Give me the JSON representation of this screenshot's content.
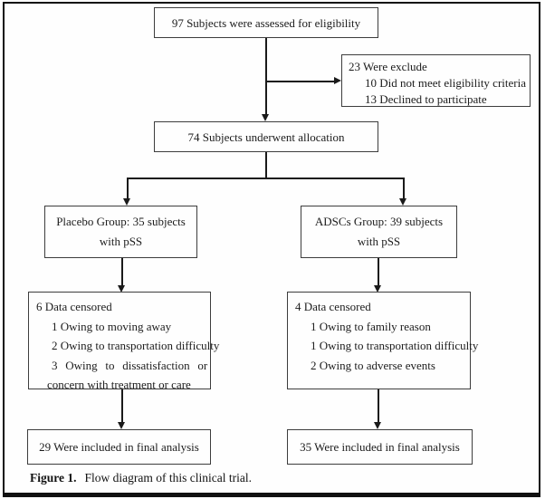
{
  "figure_caption": {
    "label": "Figure 1.",
    "text": "Flow diagram of this clinical trial."
  },
  "flowchart": {
    "eligibility": {
      "text": "97 Subjects were assessed for eligibility"
    },
    "exclusion": {
      "title": "23 Were exclude",
      "reasons": [
        "10 Did not meet eligibility criteria",
        "13 Declined to participate"
      ]
    },
    "allocation": {
      "text": "74 Subjects underwent allocation"
    },
    "placebo_group": {
      "line1": "Placebo Group: 35 subjects",
      "line2": "with pSS"
    },
    "adscs_group": {
      "line1": "ADSCs Group: 39 subjects",
      "line2": "with pSS"
    },
    "placebo_censored": {
      "title": "6 Data censored",
      "reasons": [
        "1 Owing to moving away",
        "2 Owing to transportation difficulty",
        "3 Owing to dissatisfaction or",
        "concern with treatment or care"
      ]
    },
    "adscs_censored": {
      "title": "4 Data censored",
      "reasons": [
        "1 Owing to family reason",
        "1 Owing to transportation difficulty",
        "2 Owing to adverse events"
      ]
    },
    "placebo_final": {
      "text": "29 Were included in final analysis"
    },
    "adscs_final": {
      "text": "35 Were included in final analysis"
    }
  },
  "colors": {
    "background": "#ffffff",
    "box_border": "#3d3d3d",
    "line": "#1a1a1a",
    "text": "#1c1c1c"
  }
}
